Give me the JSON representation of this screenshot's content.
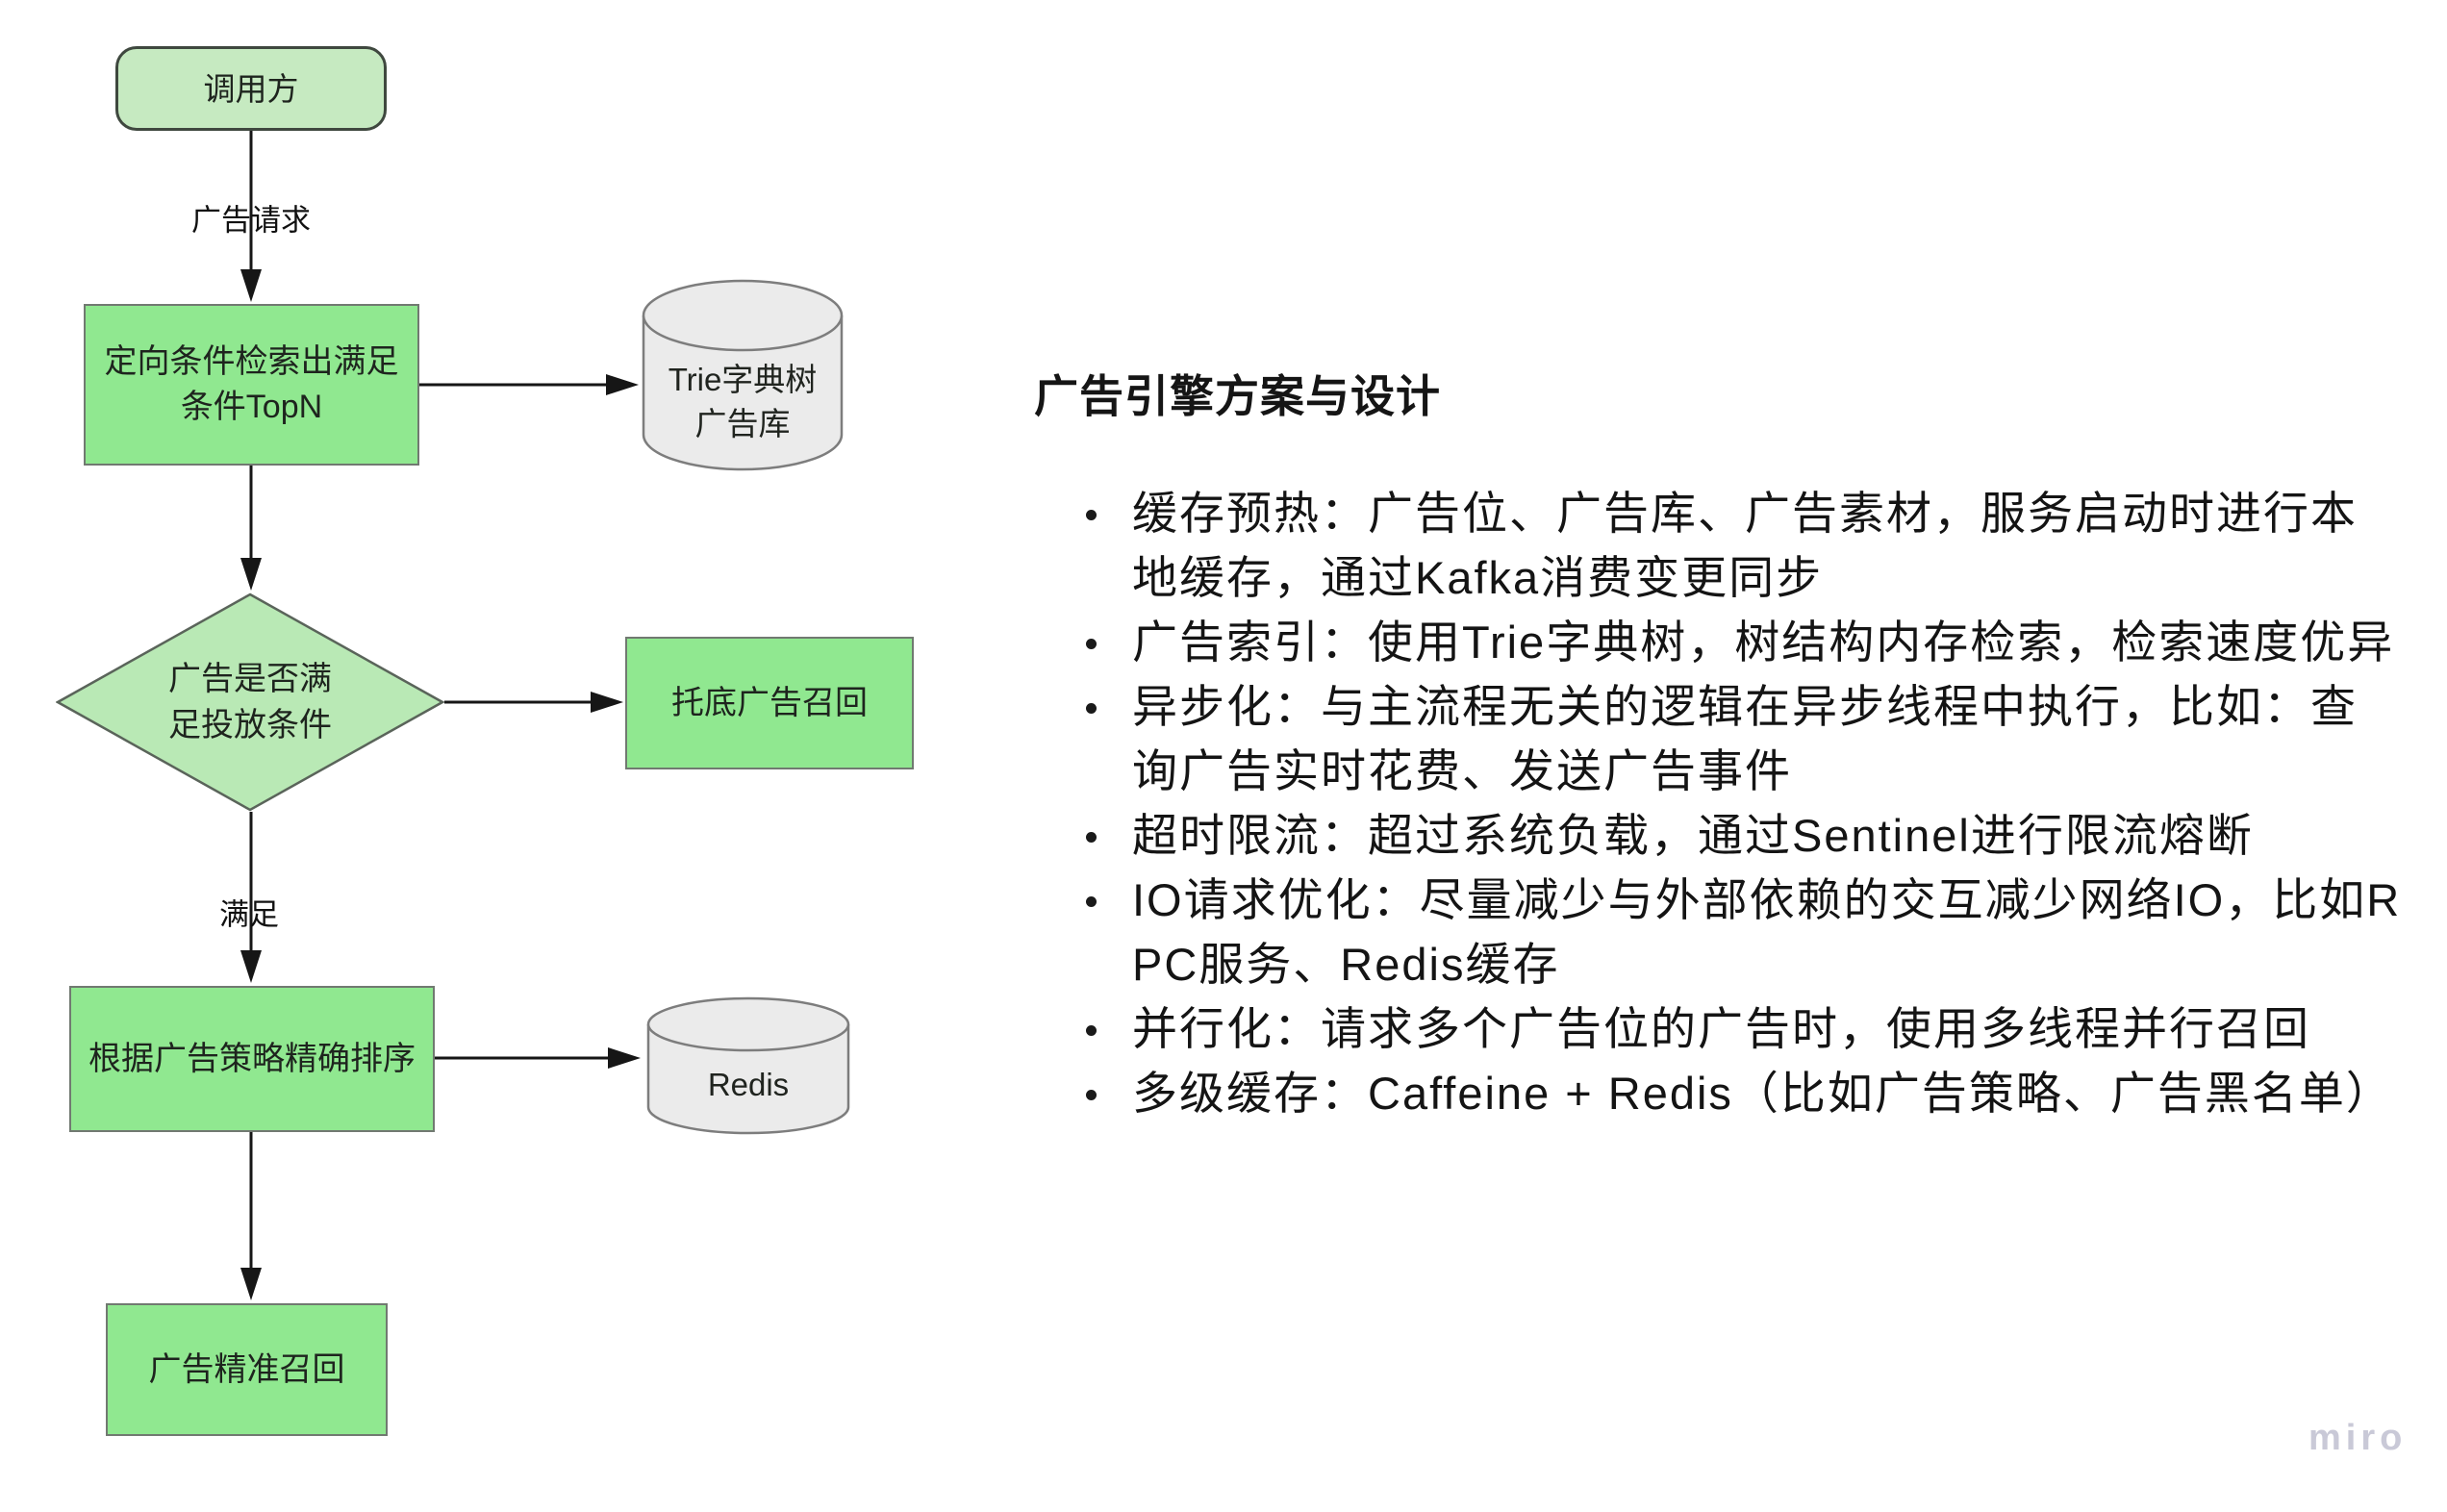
{
  "flowchart": {
    "nodes": {
      "caller": {
        "label": "调用方",
        "shape": "rounded-rect",
        "fill": "#c6eac1"
      },
      "retrieve": {
        "label": "定向条件检索出满足\n条件TopN",
        "shape": "rect",
        "fill": "#90e890"
      },
      "trie_db": {
        "label": "Trie字典树\n广告库",
        "shape": "cylinder",
        "fill": "#ebebeb"
      },
      "decision": {
        "label": "广告是否满\n足投放条件",
        "shape": "diamond",
        "fill": "#b9e9b5"
      },
      "fallback": {
        "label": "托底广告召回",
        "shape": "rect",
        "fill": "#90e890"
      },
      "rank": {
        "label": "根据广告策略精确排序",
        "shape": "rect",
        "fill": "#90e890"
      },
      "redis_db": {
        "label": "Redis",
        "shape": "cylinder",
        "fill": "#ebebeb"
      },
      "precise": {
        "label": "广告精准召回",
        "shape": "rect",
        "fill": "#90e890"
      }
    },
    "edges": {
      "ad_request_label": "广告请求",
      "satisfied_label": "满足"
    }
  },
  "notes": {
    "title": "广告引擎方案与设计",
    "items": [
      {
        "text": "缓存预热：广告位、广告库、广告素材，服务启动时进行本\n地缓存，通过Kafka消费变更同步"
      },
      {
        "text": "广告索引：使用Trie字典树，树结构内存检索，检索速度优异"
      },
      {
        "text": "异步化：与主流程无关的逻辑在异步线程中执行，比如：查\n询广告实时花费、发送广告事件"
      },
      {
        "text": "超时限流：超过系统负载，通过Sentinel进行限流熔断"
      },
      {
        "text": "IO请求优化：尽量减少与外部依赖的交互减少网络IO，比如R\nPC服务、Redis缓存"
      },
      {
        "text": "并行化：请求多个广告位的广告时，使用多线程并行召回"
      },
      {
        "text": "多级缓存：Caffeine + Redis（比如广告策略、广告黑名单）"
      }
    ]
  },
  "watermark": {
    "text": "miro"
  },
  "colors": {
    "node_green": "#90e890",
    "node_green_pastel": "#c6eac1",
    "diamond_green": "#b9e9b5",
    "cylinder_gray": "#ebebeb",
    "edge_black": "#161616",
    "watermark_gray": "#c9c9d7"
  }
}
